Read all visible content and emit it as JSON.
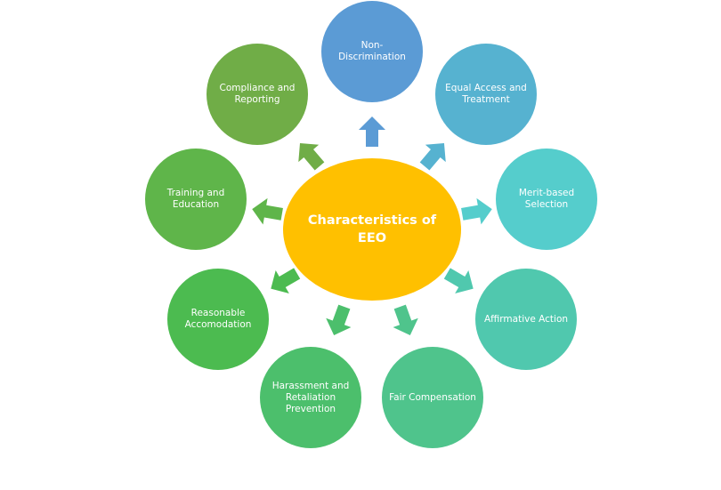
{
  "title": "Characteristics of EEO",
  "colors": {
    "center": "#ffc000"
  },
  "items": [
    {
      "label": "Non-\nDiscrimination",
      "color": "#5b9bd5"
    },
    {
      "label": "Equal Access and Treatment",
      "color": "#56b2d0"
    },
    {
      "label": "Merit-based Selection",
      "color": "#55cdcc"
    },
    {
      "label": "Affirmative Action",
      "color": "#50c8ae"
    },
    {
      "label": "Fair Compensation",
      "color": "#4fc48c"
    },
    {
      "label": "Harassment and Retaliation Prevention",
      "color": "#4cbf6c"
    },
    {
      "label": "Reasonable Accomodation",
      "color": "#4cbb50"
    },
    {
      "label": "Training and Education",
      "color": "#5fb54a"
    },
    {
      "label": "Compliance and Reporting",
      "color": "#70ad47"
    }
  ]
}
